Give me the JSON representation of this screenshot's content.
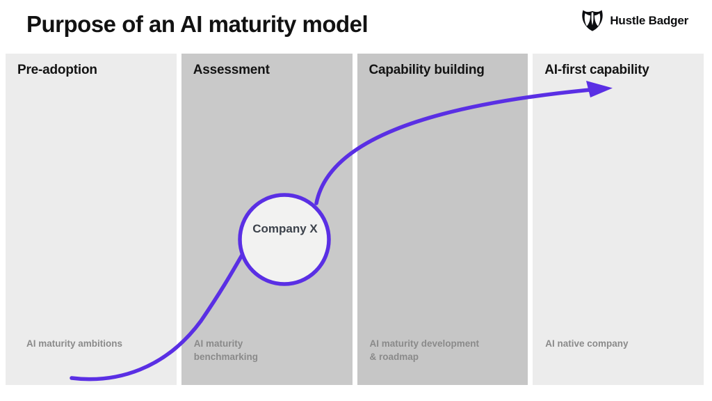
{
  "title": "Purpose of an AI maturity model",
  "logo": {
    "icon": "badger-icon",
    "text": "Hustle Badger"
  },
  "columns": [
    {
      "header": "Pre-adoption",
      "footer": "AI maturity ambitions",
      "shade": "light"
    },
    {
      "header": "Assessment",
      "footer": "AI maturity\nbenchmarking",
      "shade": "dark"
    },
    {
      "header": "Capability building",
      "footer": "AI maturity development\n& roadmap",
      "shade": "dark"
    },
    {
      "header": "AI-first capability",
      "footer": "AI native company",
      "shade": "light"
    }
  ],
  "curve": {
    "company_label": "Company X",
    "shape": "s-curve rising left-to-right ending in arrow",
    "accent_color": "#5a2fe4"
  },
  "colors": {
    "accent_purple": "#5a2fe4",
    "column_light": "#ececec",
    "column_dark": "#c8c8c8",
    "header_text": "#141414",
    "footer_text": "#8a8a8a",
    "circle_fill": "#f2f2f1",
    "company_text": "#3c424b",
    "background": "#ffffff"
  }
}
